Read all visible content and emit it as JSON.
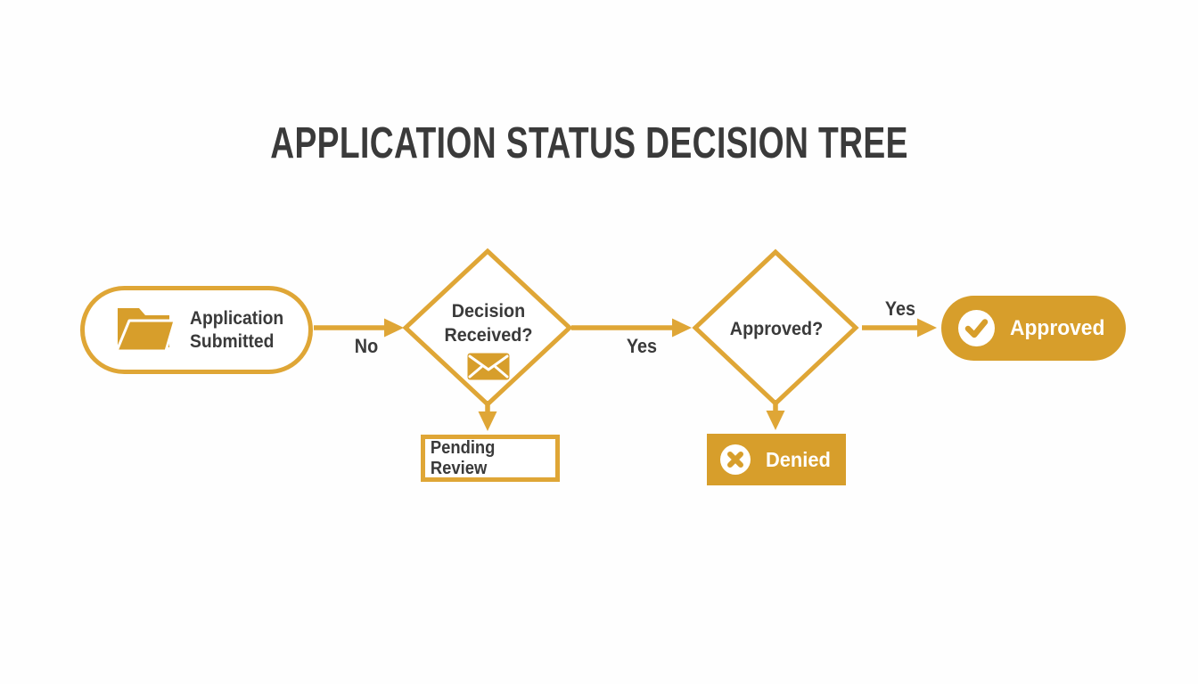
{
  "title": "APPLICATION STATUS DECISION TREE",
  "colors": {
    "gold_fill": "#D79E2B",
    "gold_stroke": "#DFA636",
    "text_dark": "#3A3A3A",
    "node_bg": "#FFFFFF",
    "label_light": "#FFFFFF"
  },
  "nodes": {
    "start": {
      "label": "Application Submitted",
      "icon": "folder-icon"
    },
    "decision_received": {
      "label": "Decision Received?",
      "icon": "envelope-icon"
    },
    "pending_review": {
      "label": "Pending Review"
    },
    "approval_decision": {
      "label": "Approved?"
    },
    "denied": {
      "label": "Denied",
      "icon": "x-circle-icon"
    },
    "approved": {
      "label": "Approved",
      "icon": "check-circle-icon"
    }
  },
  "edges": {
    "start_to_decision": {
      "label": "No"
    },
    "decision_to_approval": {
      "label": "Yes"
    },
    "approval_to_approved": {
      "label": "Yes"
    }
  }
}
